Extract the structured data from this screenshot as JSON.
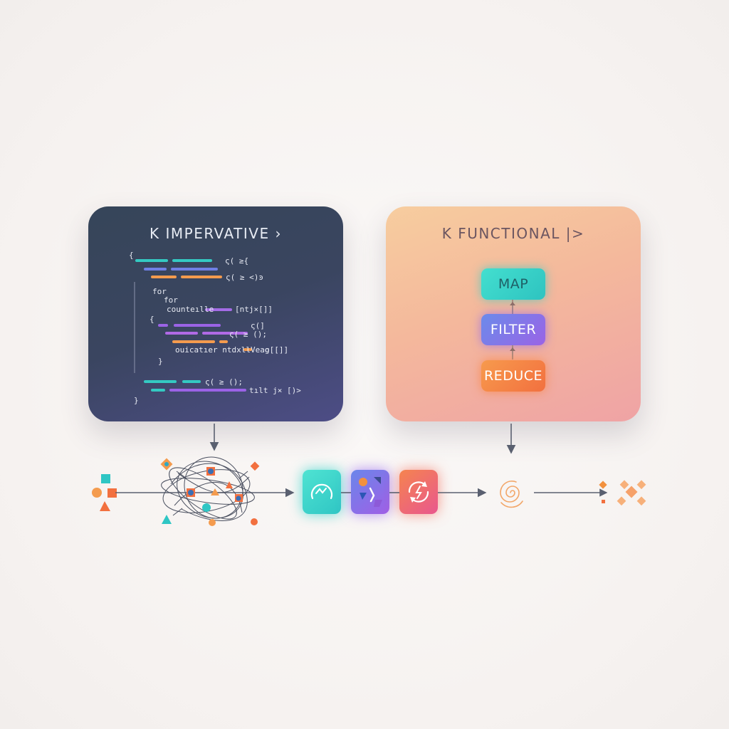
{
  "imperative": {
    "title": "K IMPERVATIVE ›",
    "code_lines": [
      "{",
      "ς( ≥{",
      "ς( ≥ <)ͽ",
      "for",
      "for",
      "counteılle",
      "[ntj×[]]",
      "{",
      "ς(]",
      "ς( ≥ ();",
      "ouicatıer ntdxllVeag",
      "o[[]]",
      "}",
      "ς( ≥ ();",
      "tılt j× [)>",
      "}"
    ]
  },
  "functional": {
    "title": "K FUNCTIONAL |>",
    "chips": [
      "MAP",
      "FILTER",
      "REDUCE"
    ]
  },
  "colors": {
    "teal": "#2fc6c4",
    "purple": "#9a63e6",
    "orange": "#f2703f",
    "blue": "#6b8bea",
    "dark_panel": "#3a4560"
  },
  "icons": {
    "stage_map": "gauge-icon",
    "stage_filter": "shapes-icon",
    "stage_reduce": "refresh-icon",
    "result": "swirl-icon",
    "output": "scatter-icon"
  }
}
